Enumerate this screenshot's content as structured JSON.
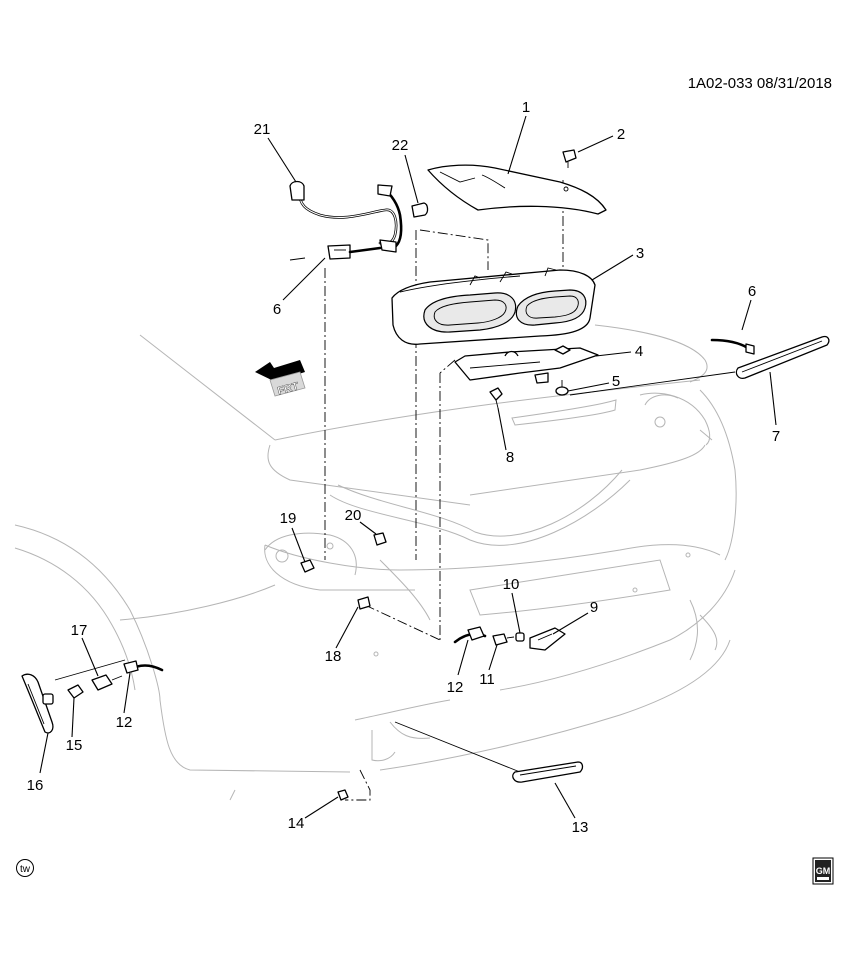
{
  "header": {
    "document_id": "1A02-033  08/31/2018"
  },
  "direction_marker": {
    "label": "FRT"
  },
  "footer": {
    "left_mark": "tw",
    "right_logo_text": "GM"
  },
  "callouts": [
    {
      "id": "c1",
      "text": "1"
    },
    {
      "id": "c2",
      "text": "2"
    },
    {
      "id": "c3",
      "text": "3"
    },
    {
      "id": "c4",
      "text": "4"
    },
    {
      "id": "c5",
      "text": "5"
    },
    {
      "id": "c6a",
      "text": "6"
    },
    {
      "id": "c6b",
      "text": "6"
    },
    {
      "id": "c7",
      "text": "7"
    },
    {
      "id": "c8",
      "text": "8"
    },
    {
      "id": "c9",
      "text": "9"
    },
    {
      "id": "c10",
      "text": "10"
    },
    {
      "id": "c11",
      "text": "11"
    },
    {
      "id": "c12a",
      "text": "12"
    },
    {
      "id": "c12b",
      "text": "12"
    },
    {
      "id": "c13",
      "text": "13"
    },
    {
      "id": "c14",
      "text": "14"
    },
    {
      "id": "c15",
      "text": "15"
    },
    {
      "id": "c16",
      "text": "16"
    },
    {
      "id": "c17",
      "text": "17"
    },
    {
      "id": "c18",
      "text": "18"
    },
    {
      "id": "c19",
      "text": "19"
    },
    {
      "id": "c20",
      "text": "20"
    },
    {
      "id": "c21",
      "text": "21"
    },
    {
      "id": "c22",
      "text": "22"
    }
  ]
}
